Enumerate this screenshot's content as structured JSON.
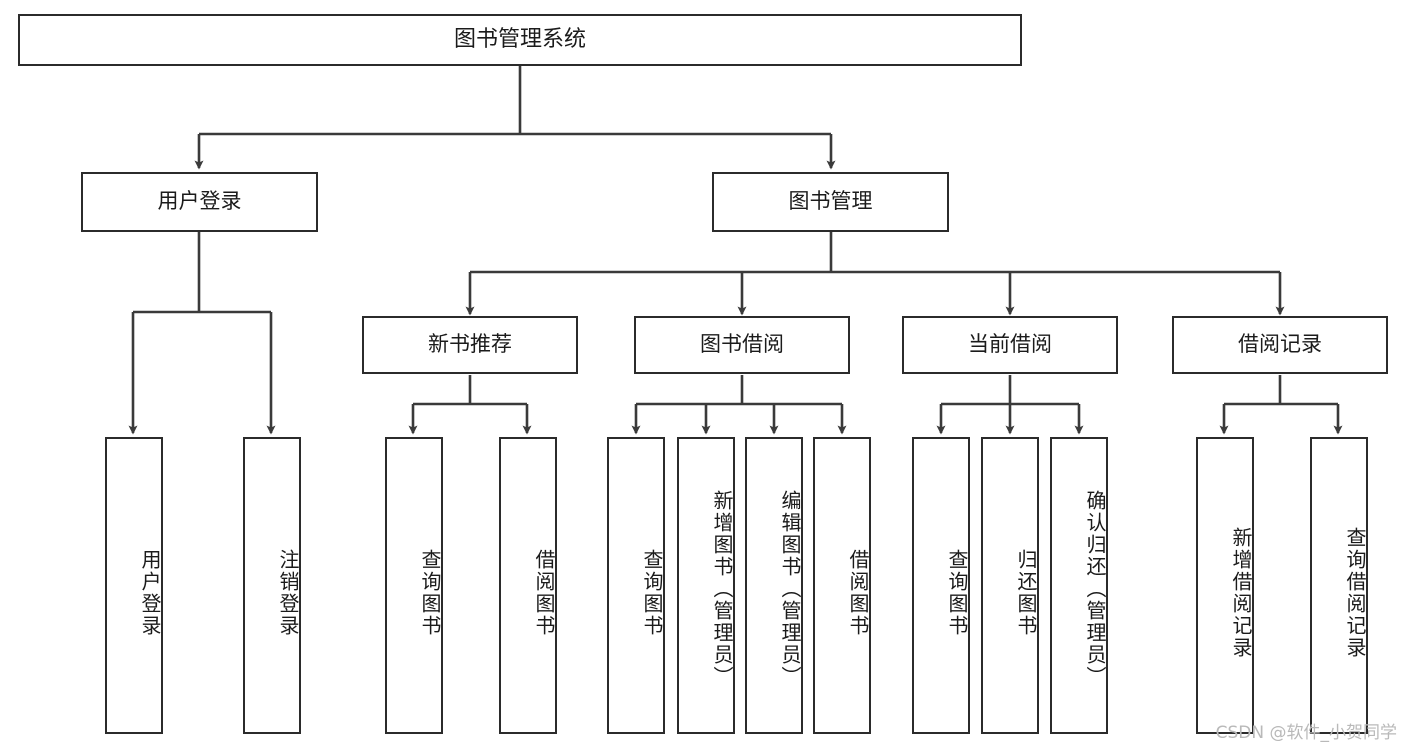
{
  "diagram": {
    "title": "图书管理系统",
    "type": "tree",
    "watermark": "CSDN @软件_小贺同学",
    "colors": {
      "border": "#2b2b2b",
      "background": "#ffffff",
      "text": "#1b1b1b",
      "edge": "#3a3a3a",
      "watermark": "#b9b9b9"
    },
    "levels": {
      "root": {
        "label": "图书管理系统"
      },
      "level2": [
        {
          "id": "user-login",
          "label": "用户登录"
        },
        {
          "id": "book-management",
          "label": "图书管理"
        }
      ],
      "level3": [
        {
          "id": "new-book-recommend",
          "label": "新书推荐"
        },
        {
          "id": "book-borrow",
          "label": "图书借阅"
        },
        {
          "id": "current-borrow",
          "label": "当前借阅"
        },
        {
          "id": "borrow-record",
          "label": "借阅记录"
        }
      ],
      "leaves": [
        {
          "id": "leaf-user-login",
          "label": "用户登录",
          "parent": "user-login"
        },
        {
          "id": "leaf-logout-login",
          "label": "注销登录",
          "parent": "user-login"
        },
        {
          "id": "leaf-query-book-1",
          "label": "查询图书",
          "parent": "new-book-recommend"
        },
        {
          "id": "leaf-borrow-book-1",
          "label": "借阅图书",
          "parent": "new-book-recommend"
        },
        {
          "id": "leaf-query-book-2",
          "label": "查询图书",
          "parent": "book-borrow"
        },
        {
          "id": "leaf-add-book",
          "label": "新增图书（管理员）",
          "parent": "book-borrow"
        },
        {
          "id": "leaf-edit-book",
          "label": "编辑图书（管理员）",
          "parent": "book-borrow"
        },
        {
          "id": "leaf-borrow-book-2",
          "label": "借阅图书",
          "parent": "book-borrow"
        },
        {
          "id": "leaf-query-book-3",
          "label": "查询图书",
          "parent": "current-borrow"
        },
        {
          "id": "leaf-return-book",
          "label": "归还图书",
          "parent": "current-borrow"
        },
        {
          "id": "leaf-confirm-return",
          "label": "确认归还（管理员）",
          "parent": "current-borrow"
        },
        {
          "id": "leaf-add-record",
          "label": "新增借阅记录",
          "parent": "borrow-record"
        },
        {
          "id": "leaf-query-record",
          "label": "查询借阅记录",
          "parent": "borrow-record"
        }
      ]
    }
  }
}
